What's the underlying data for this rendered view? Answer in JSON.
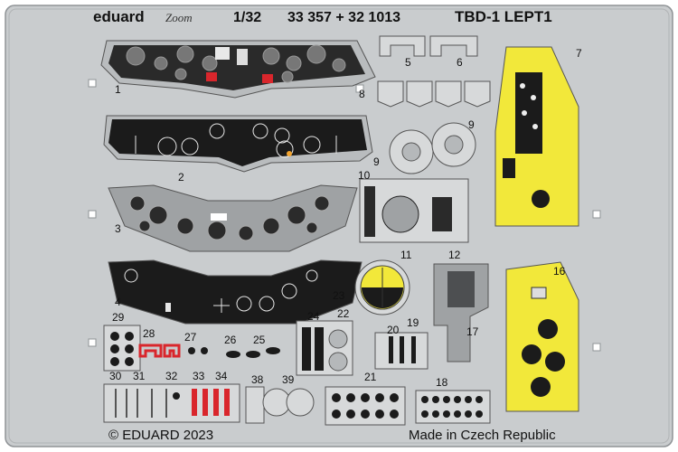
{
  "header": {
    "brand": "eduard",
    "zoom_logo": "Zoom",
    "scale": "1/32",
    "codes": "33 357 + 32 1013",
    "title": "TBD-1 LEPT1"
  },
  "footer": {
    "copyright": "© EDUARD 2023",
    "origin": "Made in Czech Republic"
  },
  "part_numbers": [
    "1",
    "2",
    "3",
    "4",
    "5",
    "6",
    "7",
    "8",
    "9",
    "9",
    "10",
    "11",
    "12",
    "16",
    "17",
    "18",
    "19",
    "20",
    "21",
    "22",
    "23",
    "24",
    "25",
    "26",
    "27",
    "28",
    "29",
    "30",
    "31",
    "32",
    "33",
    "34",
    "38",
    "39"
  ],
  "colors": {
    "fret": "#c9ccce",
    "fret_edge": "#8f9396",
    "panel_black": "#1b1b1b",
    "yellow": "#f2e83a",
    "red": "#d9262c",
    "outline": "#555"
  }
}
